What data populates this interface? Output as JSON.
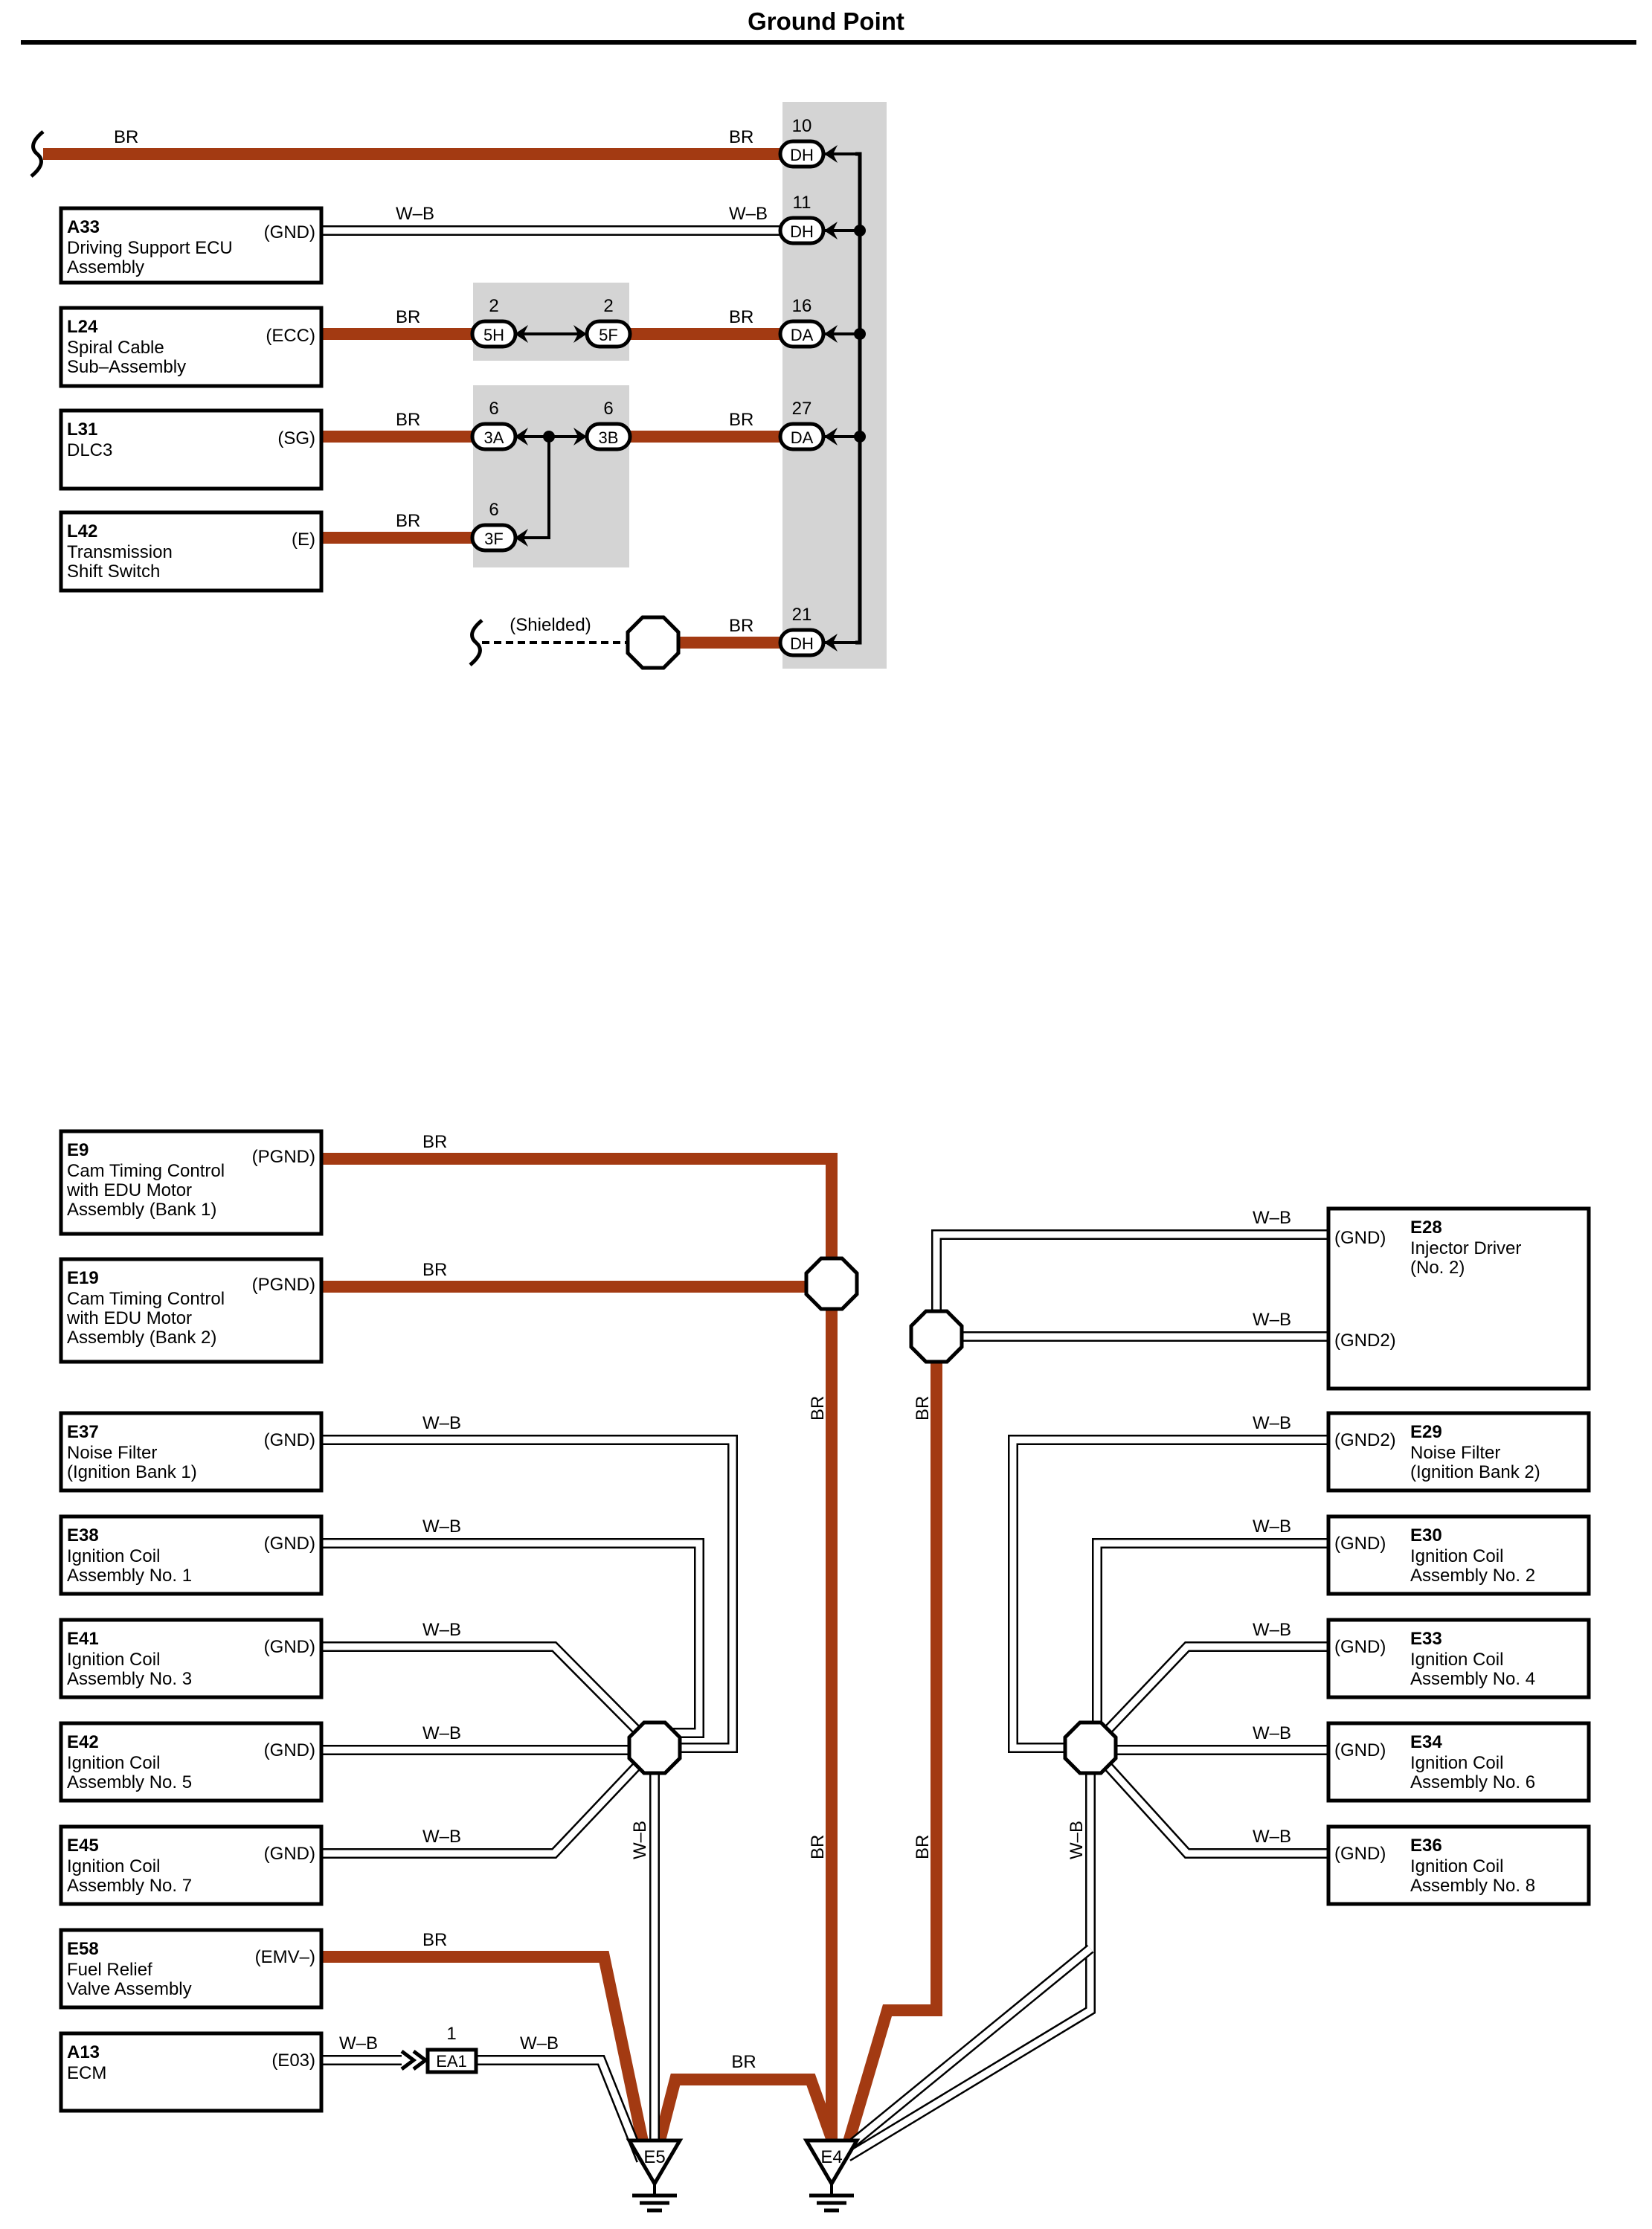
{
  "title": "Ground Point",
  "colors": {
    "br": "#a33a12",
    "wb_outline": "#000000",
    "wb_fill": "#ffffff",
    "splice_box": "#d4d4d4"
  },
  "wire_labels": {
    "br": "BR",
    "wb": "W–B",
    "shielded": "(Shielded)"
  },
  "upper": {
    "components": [
      {
        "code": "A33",
        "name_lines": [
          "Driving Support ECU",
          "Assembly"
        ],
        "pin": "(GND)"
      },
      {
        "code": "L24",
        "name_lines": [
          "Spiral Cable",
          "Sub–Assembly"
        ],
        "pin": "(ECC)"
      },
      {
        "code": "L31",
        "name_lines": [
          "DLC3"
        ],
        "pin": "(SG)"
      },
      {
        "code": "L42",
        "name_lines": [
          "Transmission",
          "Shift Switch"
        ],
        "pin": "(E)"
      }
    ],
    "junction_connectors": [
      {
        "num": "2",
        "label": "5H"
      },
      {
        "num": "2",
        "label": "5F"
      },
      {
        "num": "6",
        "label": "3A"
      },
      {
        "num": "6",
        "label": "3B"
      },
      {
        "num": "6",
        "label": "3F"
      }
    ],
    "terminals": [
      {
        "num": "10",
        "label": "DH"
      },
      {
        "num": "11",
        "label": "DH"
      },
      {
        "num": "16",
        "label": "DA"
      },
      {
        "num": "27",
        "label": "DA"
      },
      {
        "num": "21",
        "label": "DH"
      }
    ]
  },
  "lower": {
    "left_components": [
      {
        "code": "E9",
        "name_lines": [
          "Cam Timing Control",
          "with EDU Motor",
          "Assembly (Bank 1)"
        ],
        "pin": "(PGND)"
      },
      {
        "code": "E19",
        "name_lines": [
          "Cam Timing Control",
          "with EDU Motor",
          "Assembly (Bank 2)"
        ],
        "pin": "(PGND)"
      },
      {
        "code": "E37",
        "name_lines": [
          "Noise Filter",
          "(Ignition Bank 1)"
        ],
        "pin": "(GND)"
      },
      {
        "code": "E38",
        "name_lines": [
          "Ignition Coil",
          "Assembly No. 1"
        ],
        "pin": "(GND)"
      },
      {
        "code": "E41",
        "name_lines": [
          "Ignition Coil",
          "Assembly No. 3"
        ],
        "pin": "(GND)"
      },
      {
        "code": "E42",
        "name_lines": [
          "Ignition Coil",
          "Assembly No. 5"
        ],
        "pin": "(GND)"
      },
      {
        "code": "E45",
        "name_lines": [
          "Ignition Coil",
          "Assembly No. 7"
        ],
        "pin": "(GND)"
      },
      {
        "code": "E58",
        "name_lines": [
          "Fuel Relief",
          "Valve Assembly"
        ],
        "pin": "(EMV–)"
      },
      {
        "code": "A13",
        "name_lines": [
          "ECM"
        ],
        "pin": "(E03)"
      }
    ],
    "right_components": [
      {
        "code": "E28",
        "name_lines": [
          "Injector Driver",
          "(No. 2)"
        ],
        "pins": [
          "(GND)",
          "(GND2)"
        ]
      },
      {
        "code": "E29",
        "name_lines": [
          "Noise Filter",
          "(Ignition Bank 2)"
        ],
        "pins": [
          "(GND2)"
        ]
      },
      {
        "code": "E30",
        "name_lines": [
          "Ignition Coil",
          "Assembly No. 2"
        ],
        "pins": [
          "(GND)"
        ]
      },
      {
        "code": "E33",
        "name_lines": [
          "Ignition Coil",
          "Assembly No. 4"
        ],
        "pins": [
          "(GND)"
        ]
      },
      {
        "code": "E34",
        "name_lines": [
          "Ignition Coil",
          "Assembly No. 6"
        ],
        "pins": [
          "(GND)"
        ]
      },
      {
        "code": "E36",
        "name_lines": [
          "Ignition Coil",
          "Assembly No. 8"
        ],
        "pins": [
          "(GND)"
        ]
      }
    ],
    "inline_connector": {
      "num": "1",
      "label": "EA1"
    },
    "grounds": [
      {
        "label": "E5"
      },
      {
        "label": "E4"
      }
    ]
  }
}
